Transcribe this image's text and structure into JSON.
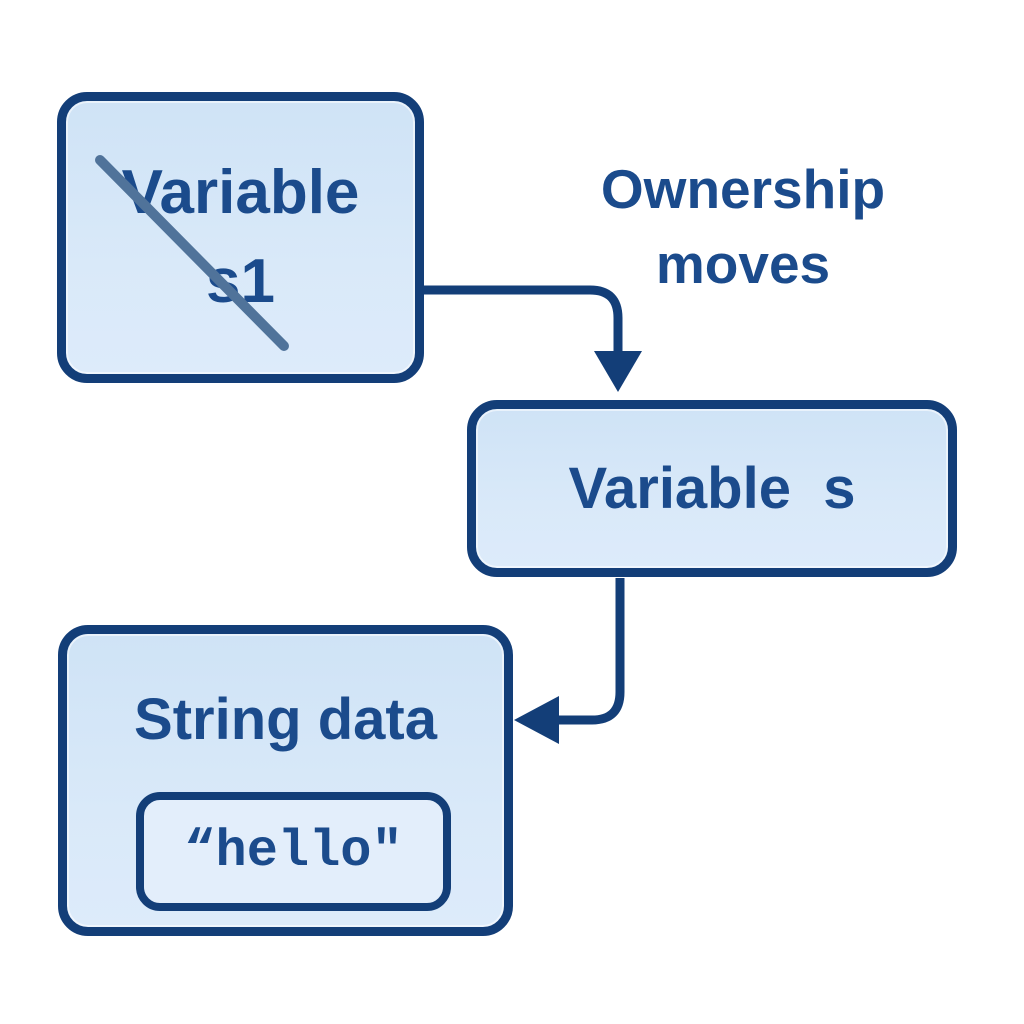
{
  "diagram": {
    "nodes": {
      "variable_s1": {
        "line1": "Variable",
        "line2": "s1",
        "crossed_out": true
      },
      "variable_s": {
        "label": "Variable  s"
      },
      "string_data": {
        "title": "String data",
        "value": "“hello\""
      }
    },
    "edge_label": {
      "line1": "Ownership",
      "line2": "moves"
    },
    "colors": {
      "background": "#ffffff",
      "box_border": "#133e78",
      "box_fill_top": "#cfe3f6",
      "box_fill_bottom": "#ddebfa",
      "inner_box_fill": "#e3eefb",
      "text": "#1b4b8c",
      "arrow": "#133e78",
      "strikethrough": "#50739a"
    }
  }
}
